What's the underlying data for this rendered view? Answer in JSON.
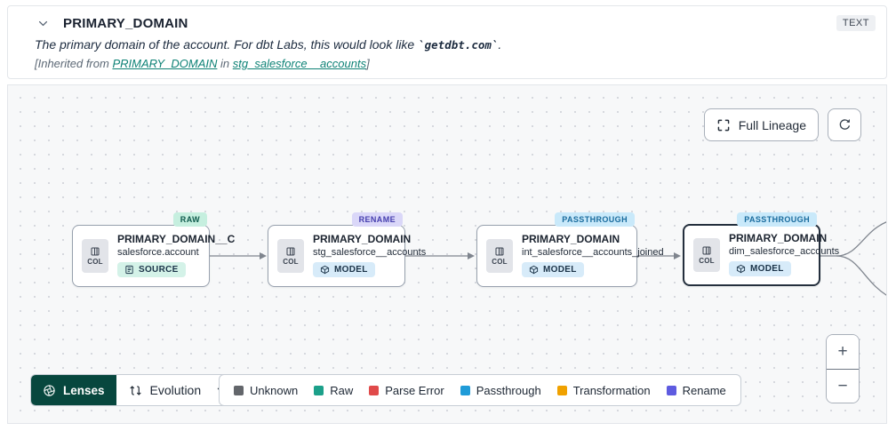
{
  "header": {
    "title": "PRIMARY_DOMAIN",
    "type_badge": "TEXT",
    "description": {
      "prefix": "The primary domain of the account. For dbt Labs, this would look like ",
      "code": "`getdbt.com`",
      "suffix": "."
    },
    "inherited": {
      "prefix": "[Inherited from ",
      "column_link": "PRIMARY_DOMAIN",
      "middle": " in ",
      "model_link": "stg_salesforce__accounts",
      "suffix": "]"
    }
  },
  "toolbar": {
    "full_lineage_label": "Full Lineage"
  },
  "graph": {
    "col_chip_label": "COL",
    "nodes": [
      {
        "evolution_badge": {
          "label": "RAW",
          "bg": "#C6EFDF",
          "color": "#0F5A4C"
        },
        "title": "PRIMARY_DOMAIN__C",
        "subtitle": "salesforce.account",
        "resource_badge": {
          "label": "SOURCE",
          "bg": "#D4F2E8",
          "color": "#1B3348",
          "icon": "database-icon"
        },
        "selected": false
      },
      {
        "evolution_badge": {
          "label": "RENAME",
          "bg": "#DAD7F8",
          "color": "#453EAE"
        },
        "title": "PRIMARY_DOMAIN",
        "subtitle": "stg_salesforce__accounts",
        "resource_badge": {
          "label": "MODEL",
          "bg": "#D7EBF9",
          "color": "#1B3348",
          "icon": "cube-icon"
        },
        "selected": false
      },
      {
        "evolution_badge": {
          "label": "PASSTHROUGH",
          "bg": "#C9E9FA",
          "color": "#1A6C9E"
        },
        "title": "PRIMARY_DOMAIN",
        "subtitle": "int_salesforce__accounts_joined",
        "resource_badge": {
          "label": "MODEL",
          "bg": "#D7EBF9",
          "color": "#1B3348",
          "icon": "cube-icon"
        },
        "selected": false
      },
      {
        "evolution_badge": {
          "label": "PASSTHROUGH",
          "bg": "#C9E9FA",
          "color": "#1A6C9E"
        },
        "title": "PRIMARY_DOMAIN",
        "subtitle": "dim_salesforce_accounts",
        "resource_badge": {
          "label": "MODEL",
          "bg": "#D7EBF9",
          "color": "#1B3348",
          "icon": "cube-icon"
        },
        "selected": true
      }
    ]
  },
  "footer": {
    "lenses_label": "Lenses",
    "lenses_bg": "#07473E",
    "active_lens": "Evolution",
    "legend": [
      {
        "label": "Unknown",
        "color": "#63666B"
      },
      {
        "label": "Raw",
        "color": "#1CA08A"
      },
      {
        "label": "Parse Error",
        "color": "#E04A4A"
      },
      {
        "label": "Passthrough",
        "color": "#1F9BD8"
      },
      {
        "label": "Transformation",
        "color": "#F0A100"
      },
      {
        "label": "Rename",
        "color": "#5E5BE0"
      }
    ]
  },
  "zoom_controls": {
    "zoom_in": "+",
    "zoom_out": "−"
  }
}
